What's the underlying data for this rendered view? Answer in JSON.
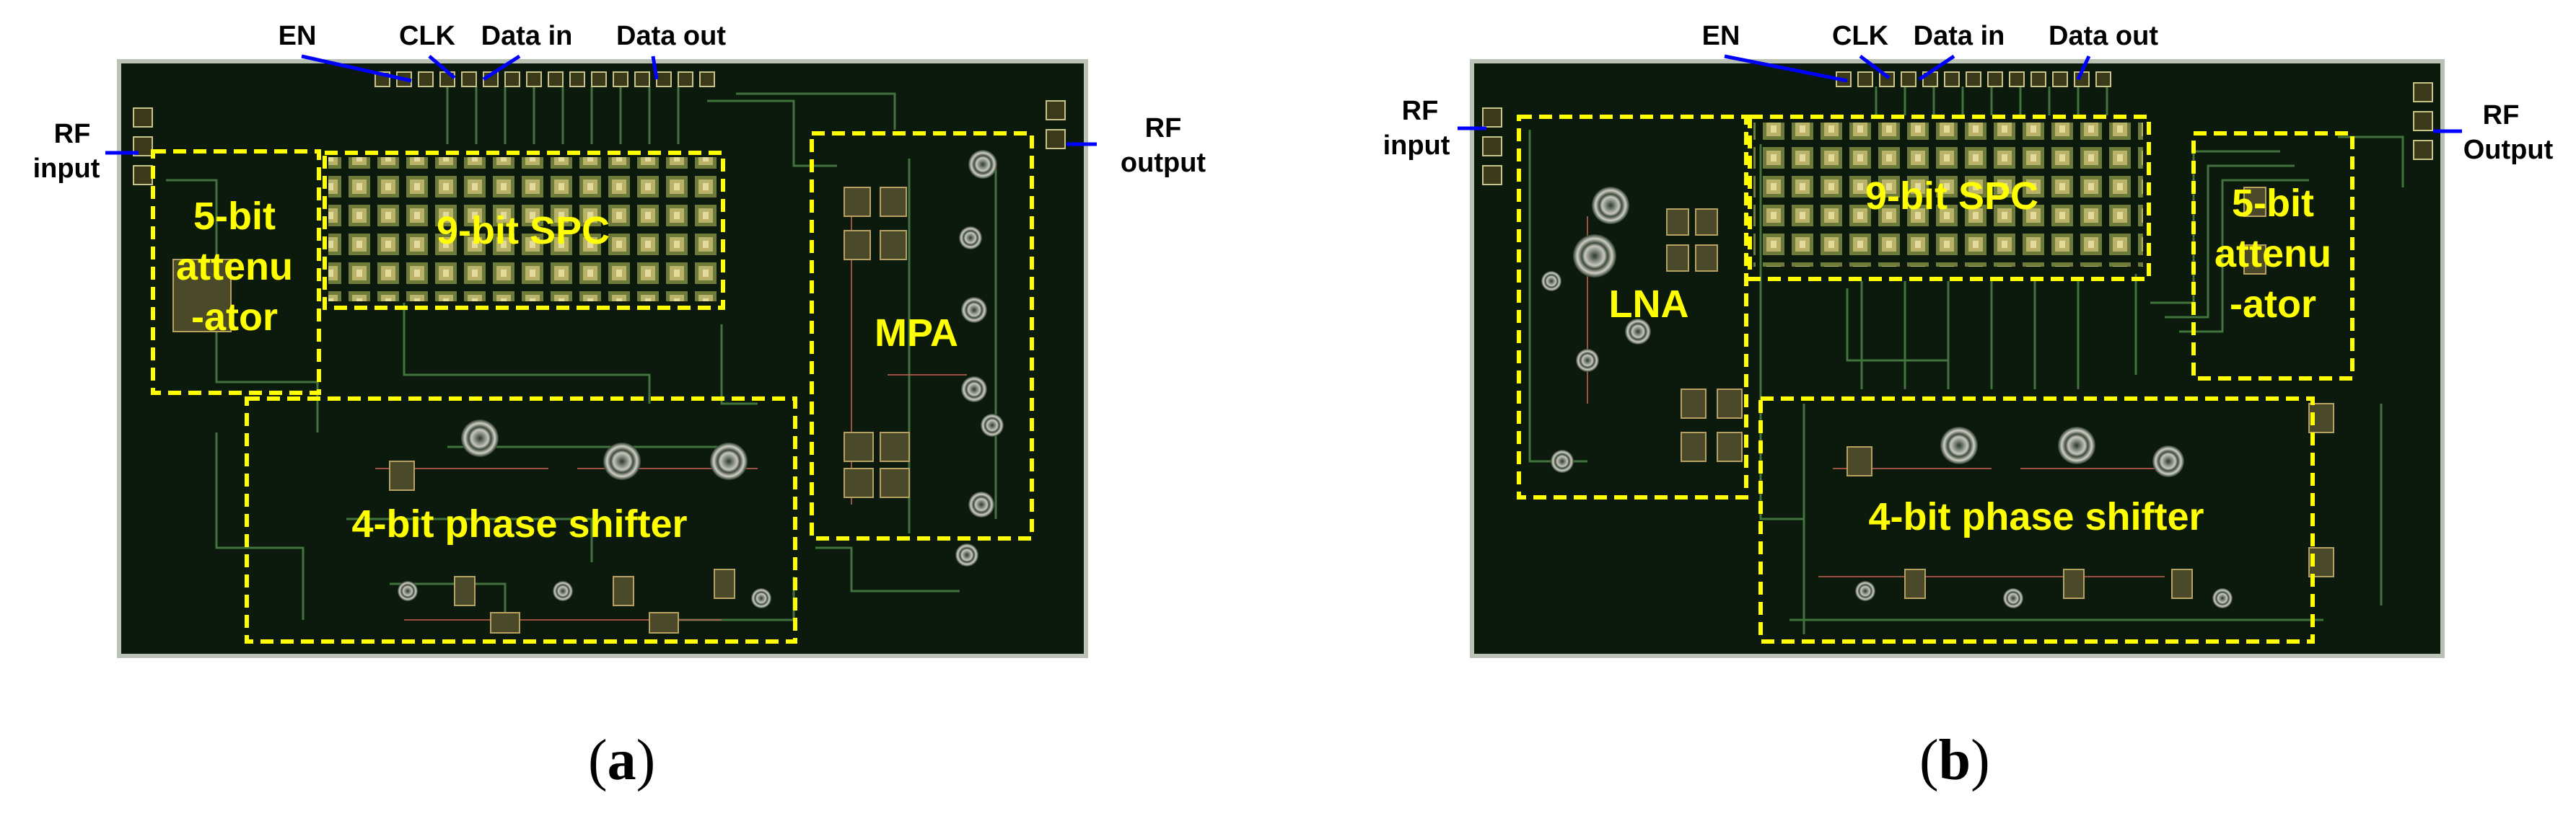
{
  "colors": {
    "chip_background": "#0b1a0d",
    "chip_border": "#b9c2b4",
    "block_outline": "#ffff00",
    "block_label": "#ffff00",
    "pin_line": "#0000ff",
    "pin_label": "#000000"
  },
  "panel_a": {
    "caption_open": "(",
    "caption_letter": "a",
    "caption_close": ")",
    "pins": {
      "en": "EN",
      "clk": "CLK",
      "data_in": "Data in",
      "data_out": "Data out",
      "rf_input_line1": "RF",
      "rf_input_line2": "input",
      "rf_output_line1": "RF",
      "rf_output_line2": "output"
    },
    "blocks": {
      "attenuator_line1": "5-bit",
      "attenuator_line2": "attenu",
      "attenuator_line3": "-ator",
      "spc": "9-bit SPC",
      "mpa": "MPA",
      "phase_shifter": "4-bit phase shifter"
    }
  },
  "panel_b": {
    "caption_open": "(",
    "caption_letter": "b",
    "caption_close": ")",
    "pins": {
      "en": "EN",
      "clk": "CLK",
      "data_in": "Data in",
      "data_out": "Data out",
      "rf_input_line1": "RF",
      "rf_input_line2": "input",
      "rf_output_line1": "RF",
      "rf_output_line2": "Output"
    },
    "blocks": {
      "lna": "LNA",
      "spc": "9-bit SPC",
      "attenuator_line1": "5-bit",
      "attenuator_line2": "attenu",
      "attenuator_line3": "-ator",
      "phase_shifter": "4-bit phase shifter"
    }
  }
}
